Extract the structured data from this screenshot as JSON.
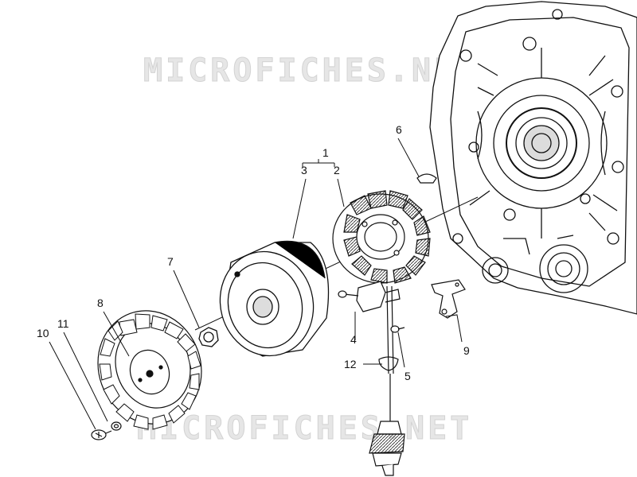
{
  "watermark": {
    "text": "MICROFICHES.NET"
  },
  "callouts": [
    {
      "id": "c1",
      "label": "1"
    },
    {
      "id": "c2",
      "label": "2"
    },
    {
      "id": "c3",
      "label": "3"
    },
    {
      "id": "c4",
      "label": "4"
    },
    {
      "id": "c5",
      "label": "5"
    },
    {
      "id": "c6",
      "label": "6"
    },
    {
      "id": "c7",
      "label": "7"
    },
    {
      "id": "c8",
      "label": "8"
    },
    {
      "id": "c9",
      "label": "9"
    },
    {
      "id": "c10",
      "label": "10"
    },
    {
      "id": "c11",
      "label": "11"
    },
    {
      "id": "c12",
      "label": "12"
    }
  ]
}
